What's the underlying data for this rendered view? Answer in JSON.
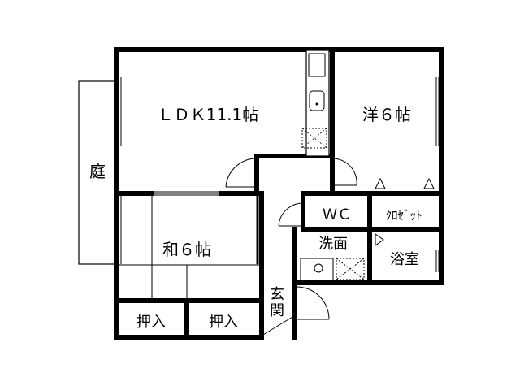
{
  "rooms": {
    "ldk": "ＬＤＫ11.1帖",
    "western": "洋６帖",
    "garden": "庭",
    "japanese": "和６帖",
    "wc": "ＷＣ",
    "closet": "ｸﾛｾﾞｯﾄ",
    "washroom": "洗面",
    "bathroom": "浴室",
    "entrance_1": "玄",
    "entrance_2": "関",
    "storage_left": "押入",
    "storage_right": "押入"
  }
}
